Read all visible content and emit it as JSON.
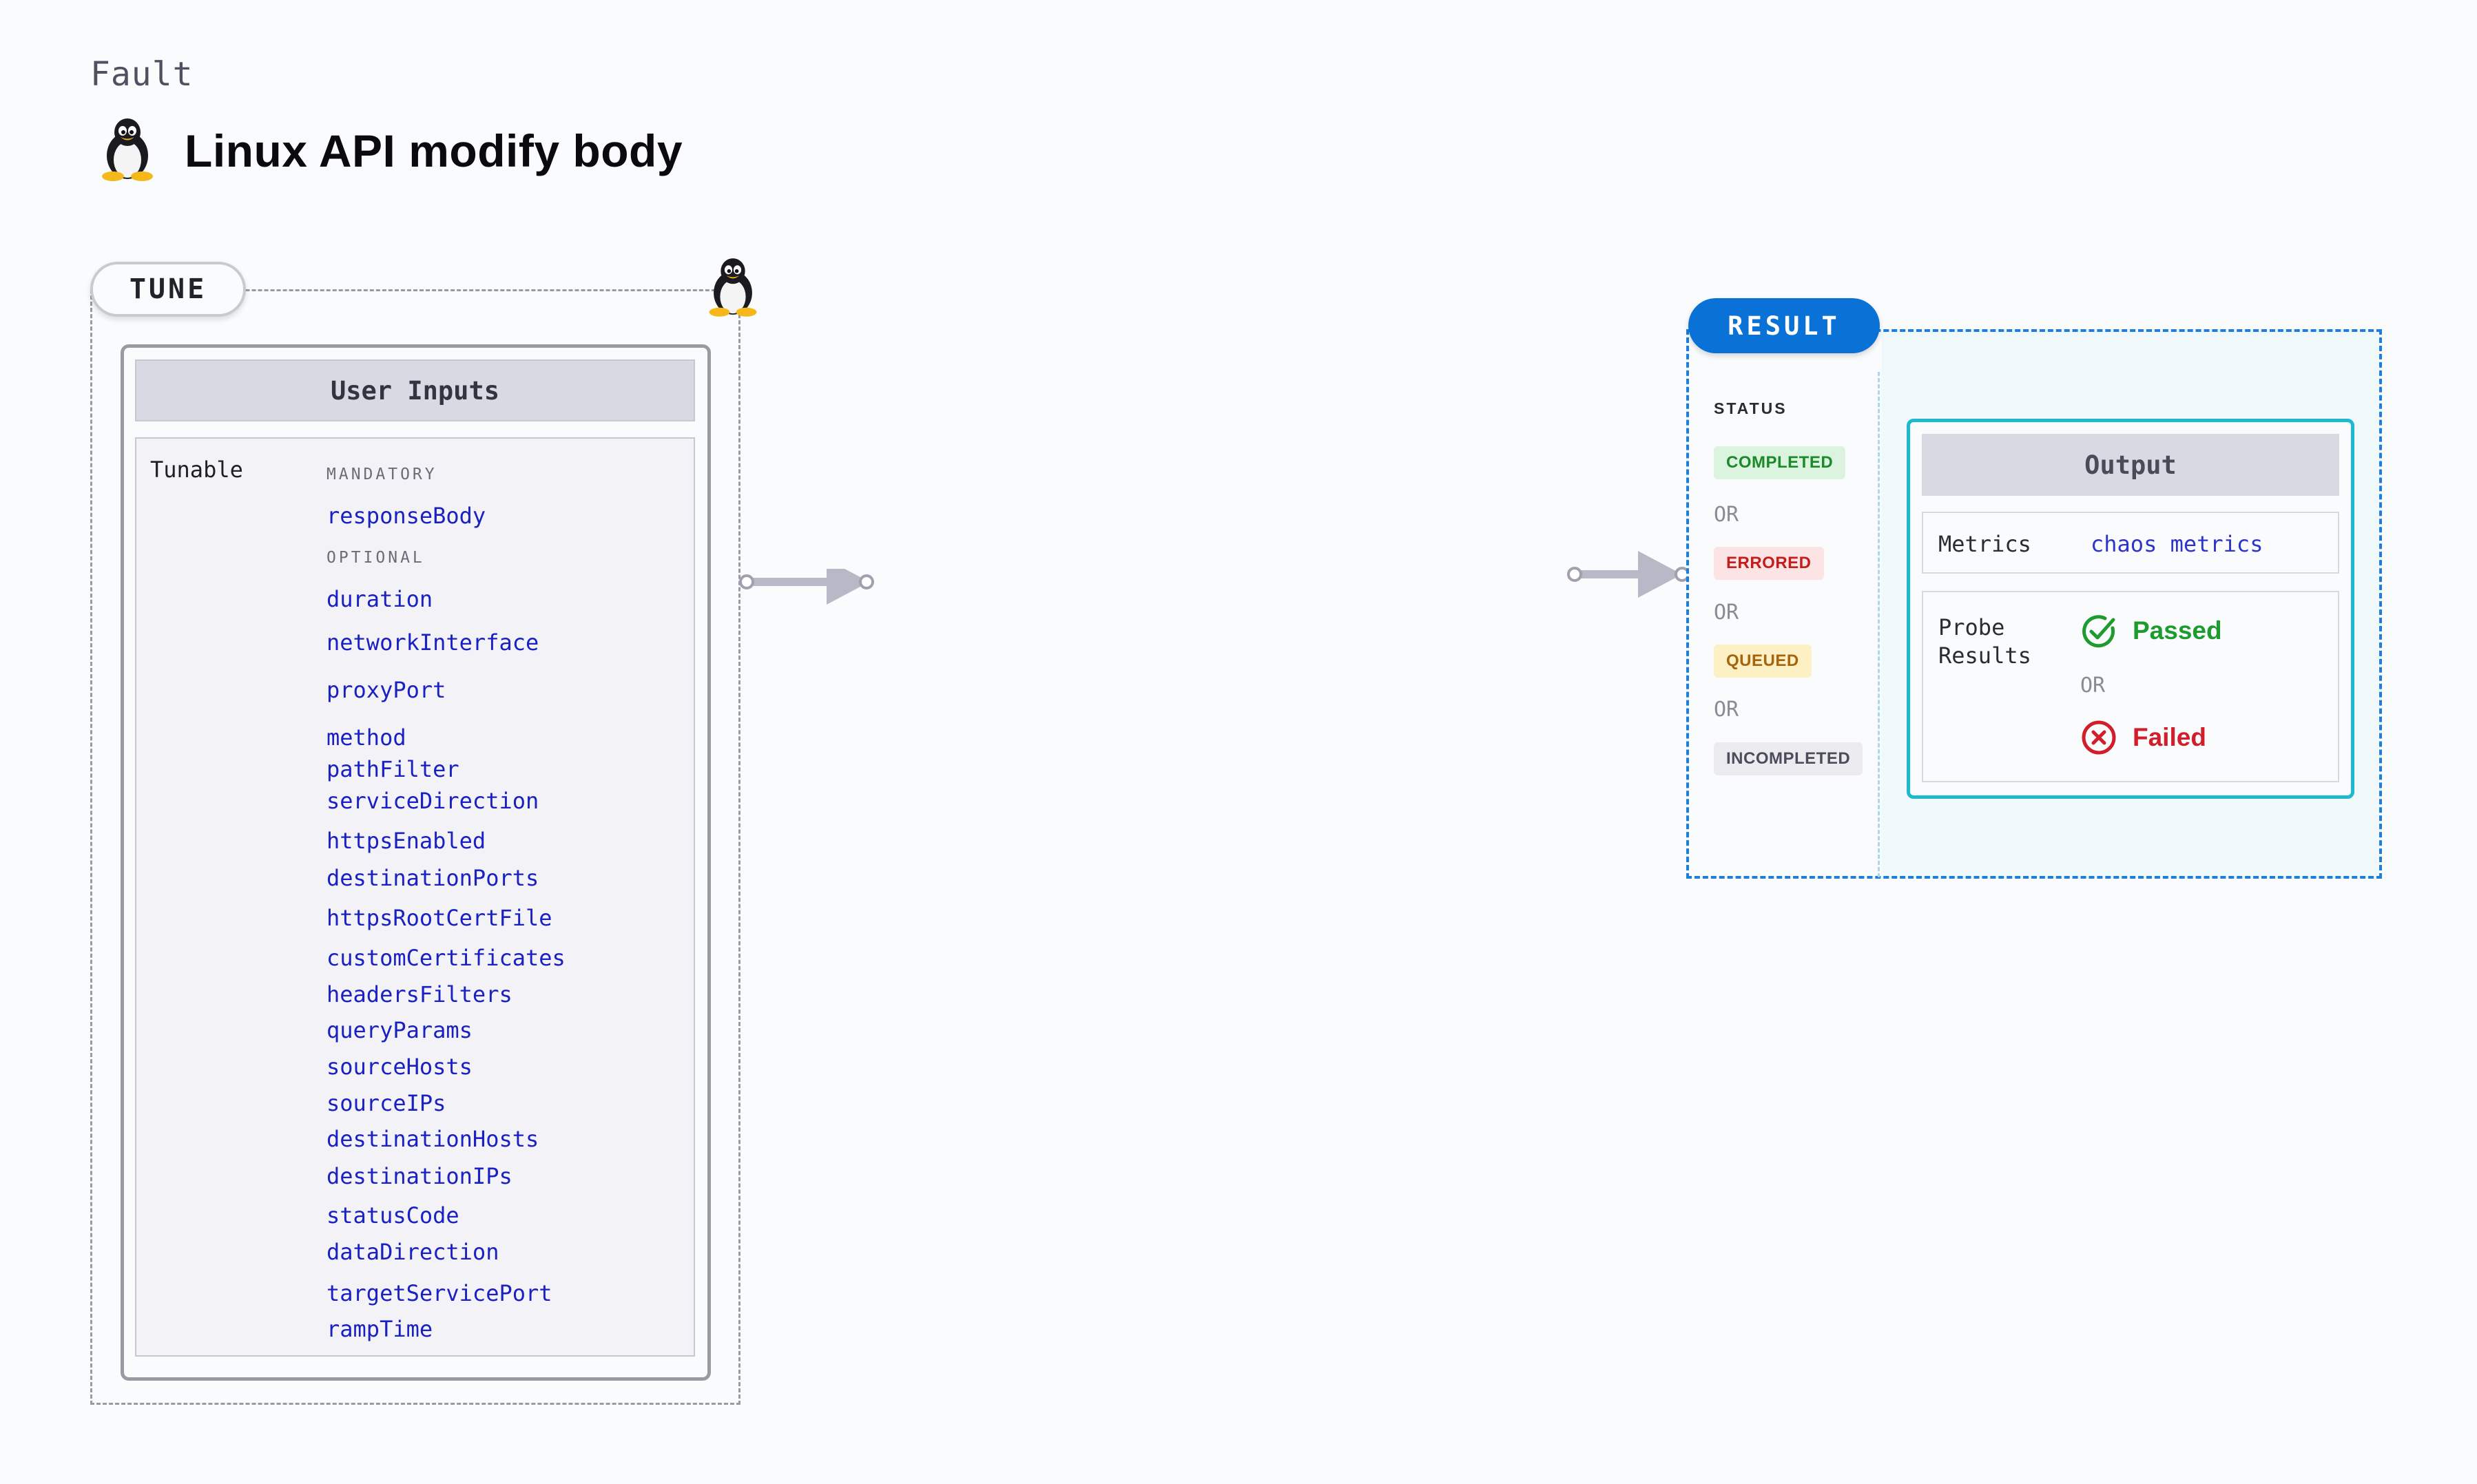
{
  "header": {
    "eyebrow": "Fault",
    "title": "Linux API modify body",
    "icon": "linux-tux-icon"
  },
  "tune": {
    "pill_label": "TUNE",
    "card_title": "User Inputs",
    "tunable_label": "Tunable",
    "mandatory_label": "MANDATORY",
    "optional_label": "OPTIONAL",
    "mandatory_params": [
      "responseBody"
    ],
    "optional_params": [
      "duration",
      "networkInterface",
      "proxyPort",
      "method",
      "pathFilter",
      "serviceDirection",
      "httpsEnabled",
      "destinationPorts",
      "httpsRootCertFile",
      "customCertificates",
      "headersFilters",
      "queryParams",
      "sourceHosts",
      "sourceIPs",
      "destinationHosts",
      "destinationIPs",
      "statusCode",
      "dataDirection",
      "targetServicePort",
      "rampTime"
    ]
  },
  "result": {
    "pill_label": "RESULT",
    "status_label": "STATUS",
    "statuses": [
      {
        "label": "COMPLETED",
        "color": "#1b8a2a",
        "bg": "#dcf3df"
      },
      {
        "label": "ERRORED",
        "color": "#c31d1d",
        "bg": "#fde4e4"
      },
      {
        "label": "QUEUED",
        "color": "#a4650c",
        "bg": "#fcf0c4"
      },
      {
        "label": "INCOMPLETED",
        "color": "#4c4d5a",
        "bg": "#ebebf0"
      }
    ],
    "or_text": "OR",
    "output_title": "Output",
    "metrics_label": "Metrics",
    "metrics_value": "chaos metrics",
    "probe_label_line1": "Probe",
    "probe_label_line2": "Results",
    "probe_or": "OR",
    "passed_label": "Passed",
    "failed_label": "Failed",
    "passed_color": "#1e9b2e",
    "failed_color": "#d21d2a"
  }
}
